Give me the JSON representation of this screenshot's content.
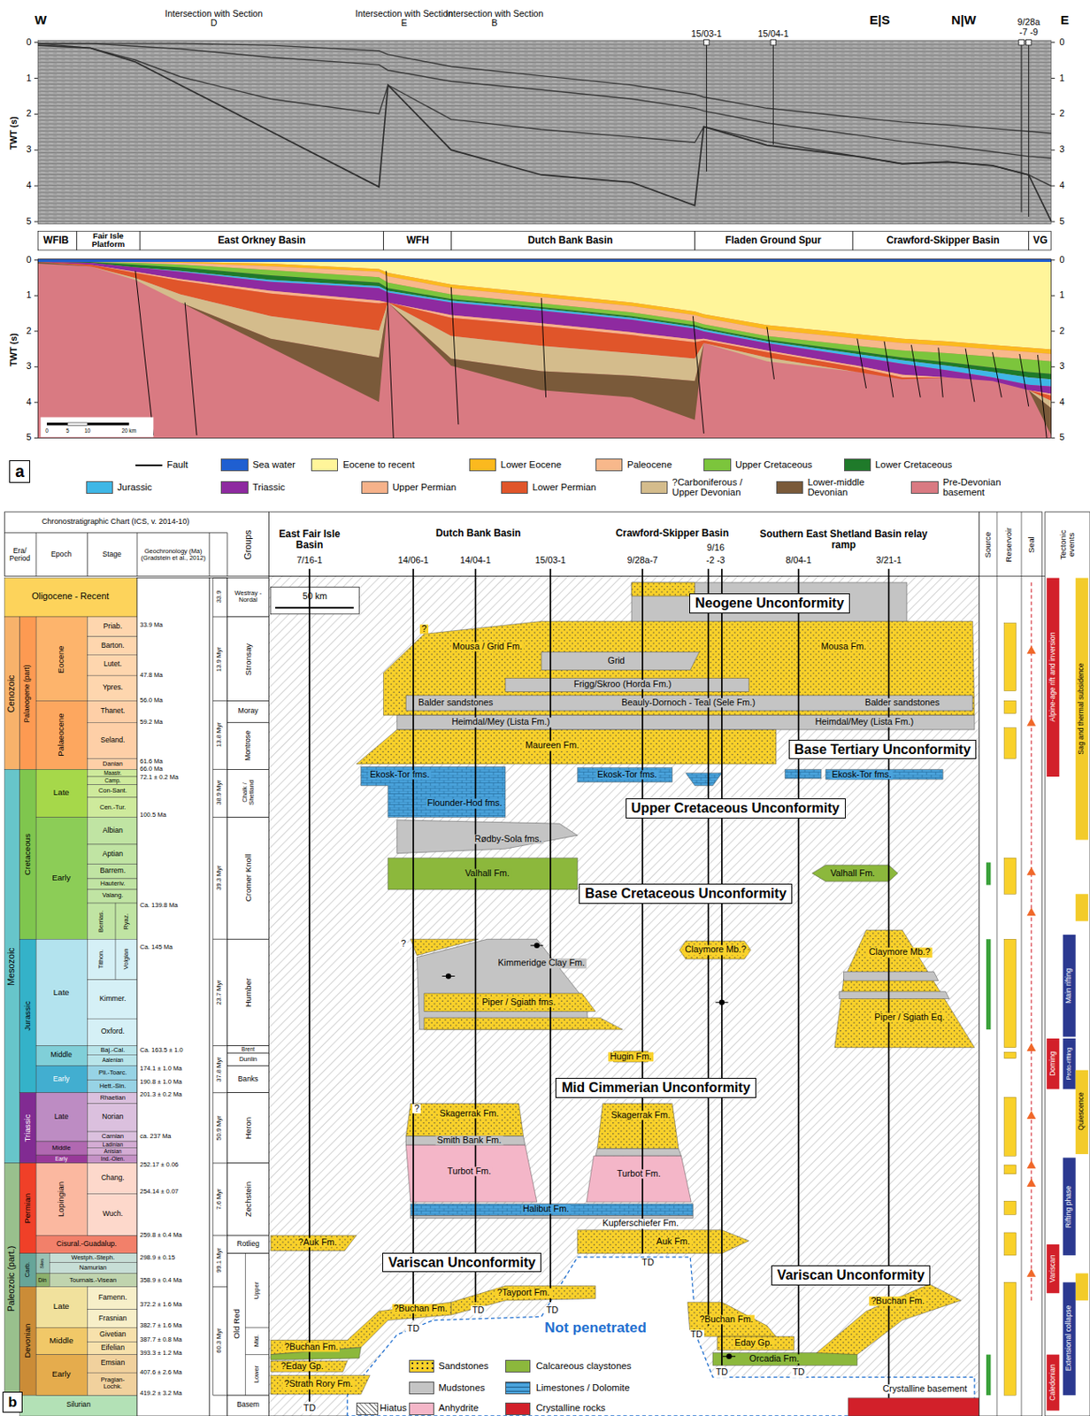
{
  "diagram": {
    "nodes": [
      {
        "text": [
          "a"
        ]
      },
      {
        "text": [
          "b"
        ]
      },
      {
        "text": [
          "Neogene Unconformity"
        ]
      },
      {
        "text": [
          "Base Tertiary Unconformity"
        ]
      },
      {
        "text": [
          "Upper Cretaceous Unconformity"
        ]
      },
      {
        "text": [
          "Base Cretaceous Unconformity"
        ]
      },
      {
        "text": [
          "Mid Cimmerian Unconformity"
        ]
      },
      {
        "text": [
          "Variscan Unconformity"
        ]
      },
      {
        "text": [
          "Variscan Unconformity"
        ]
      }
    ],
    "labels": [
      "W",
      "Intersection with Section D",
      "Intersection with Section E",
      "Intersection with Section B",
      "15/03-1",
      "15/04-1",
      "E|S",
      "N|W",
      "9/28a -7 -9",
      "E",
      "0",
      "1",
      "2",
      "3",
      "4",
      "5",
      "0",
      "1",
      "2",
      "3",
      "4",
      "5",
      "TWT (s)",
      "WFIB",
      "Fair Isle Platform",
      "East Orkney Basin",
      "WFH",
      "Dutch Bank Basin",
      "Fladen Ground Spur",
      "Crawford-Skipper Basin",
      "VG",
      "0",
      "1",
      "2",
      "3",
      "4",
      "5",
      "0",
      "1",
      "2",
      "3",
      "4",
      "5",
      "TWT (s)",
      "0",
      "5",
      "10",
      "20 km",
      "Chronostratigraphic Chart (ICS, v. 2014-10)",
      "Era/ Period",
      "Epoch",
      "Stage",
      "Geochronology (Ma) (Gradstein et al., 2012)",
      "Groups",
      "East Fair Isle Basin",
      "Dutch Bank Basin",
      "Crawford-Skipper Basin",
      "Southern East Shetland Basin relay ramp",
      "7/16-1",
      "14/06-1",
      "14/04-1",
      "15/03-1",
      "9/28a-7",
      "9/16",
      "-2 -3",
      "8/04-1",
      "3/21-1",
      "Source",
      "Reservoir",
      "Seal",
      "Tectonic events",
      "Cenozoic",
      "Mesozoic",
      "Paleozoic (part.)",
      "Oligocene - Recent",
      "Palaeogene (part)",
      "Cretaceous",
      "Jurassic",
      "Triassic",
      "Permian",
      "Carb.",
      "Devonian",
      "Eocene",
      "Palaeocene",
      "Late",
      "Early",
      "Late",
      "Middle",
      "Early",
      "Late",
      "Middle",
      "Early",
      "Lopingian",
      "Cisural.-Guadalup.",
      "Siles",
      "Din",
      "Late",
      "Middle",
      "Early",
      "Silurian",
      "Priab.",
      "Barton.",
      "Lutet.",
      "Ypres.",
      "Thanet.",
      "Seland.",
      "Danian",
      "Maastr.",
      "Camp.",
      "Con-Sant.",
      "Cen.-Tur.",
      "Albian",
      "Aptian",
      "Barrem.",
      "Hauteriv.",
      "Valang.",
      "Berrias.",
      "Ryaz.",
      "Tithon.",
      "Volgian",
      "Kimmer.",
      "Oxford.",
      "Baj.-Cal.",
      "Aalenian",
      "Pli.-Toarc.",
      "Hett.-Sin.",
      "Rhaetian",
      "Norian",
      "Carnian",
      "Ladinian",
      "Anisian",
      "Ind.-Olen.",
      "Chang.",
      "Wuch.",
      "Westph.-Steph.",
      "Namurian",
      "Tournais.-Visean",
      "Famenn.",
      "Frasnian",
      "Givetian",
      "Eifelian",
      "Emsian",
      "Pragian- Lochk.",
      "33.9 Ma",
      "47.8 Ma",
      "56.0 Ma",
      "59.2 Ma",
      "61.6 Ma",
      "66.0 Ma",
      "72.1 ± 0.2 Ma",
      "100.5 Ma",
      "Ca. 139.8 Ma",
      "Ca. 145 Ma",
      "Ca. 163.5 ± 1.0",
      "174.1 ± 1.0 Ma",
      "190.8 ± 1.0 Ma",
      "201.3 ± 0.2 Ma",
      "ca. 237 Ma",
      "252.17 ± 0.06",
      "254.14 ± 0.07",
      "259.8 ± 0.4 Ma",
      "298.9 ± 0.15",
      "358.9 ± 0.4 Ma",
      "372.2 ± 1.6 Ma",
      "382.7 ± 1.6 Ma",
      "387.7 ± 0.8 Ma",
      "393.3 ± 1.2 Ma",
      "407.6 ± 2.6 Ma",
      "419.2 ± 3.2 Ma",
      "33.9",
      "13.9 Myr",
      "13.8 Myr",
      "38.9 Myr",
      "39.3 Myr",
      "23.7 Myr",
      "37.8 Myr",
      "50.9 Myr",
      "7.6 Myr",
      "99.1 Myr",
      "60.3 Myr",
      "Westray - Nordal",
      "Stronsay",
      "Moray",
      "Montrose",
      "Chalk / Shetland",
      "Cromer Knoll",
      "Humber",
      "Brent",
      "Dunlin",
      "Banks",
      "Heron",
      "Zechstein",
      "Rotlieg",
      "Old Red",
      "Upper",
      "Mid.",
      "Lower",
      "Basem",
      "Mousa / Grid Fm.",
      "Grid",
      "Mousa Fm.",
      "Frigg/Skroo (Horda Fm.)",
      "Balder sandstones",
      "Beauly-Dornoch - Teal (Sele Fm.)",
      "Balder sandstones",
      "Heimdal/Mey (Lista Fm.)",
      "Heimdal/Mey (Lista Fm.)",
      "Maureen Fm.",
      "Ekosk-Tor fms.",
      "Ekosk-Tor fms.",
      "Ekosk-Tor fms.",
      "Flounder-Hod fms.",
      "Rødby-Sola fms.",
      "Valhall Fm.",
      "Valhall Fm.",
      "Kimmeridge Clay Fm.",
      "Claymore Mb.?",
      "Claymore Mb.?",
      "Piper / Sgiath fms.",
      "Piper / Sgiath Eq.",
      "Hugin Fm.",
      "Skagerrak Fm.",
      "Skagerrak Fm.",
      "Smith Bank Fm.",
      "Turbot Fm.",
      "Turbot Fm.",
      "Halibut Fm.",
      "Kupferschiefer Fm.",
      "Auk Fm.",
      "?Auk Fm.",
      "TD",
      "?Tayport Fm.",
      "TD",
      "TD",
      "?Buchan Fm.",
      "TD",
      "Not penetrated",
      "?Buchan Fm.",
      "?Buchan Fm.",
      "TD",
      "Eday Gp.",
      "Orcadia Fm.",
      "TD",
      "TD",
      "?Buchan Fm.",
      "?Eday Gp.",
      "?Strath Rory Fm.",
      "TD",
      "Crystalline basement",
      "?",
      "?",
      "?",
      "Sag and thermal subsidence",
      "Alpine-age rift and inversion",
      "Main rifting",
      "Doming",
      "Proto-rifting",
      "Quiescence",
      "Rifting phase",
      "Variscan",
      "Extensional collapse",
      "Caledonian",
      "50 km"
    ],
    "legend": [
      {
        "text": "Fault"
      },
      {
        "text": "Sea water",
        "color": "#1f5fd1"
      },
      {
        "text": "Eocene to recent",
        "color": "#fff59a"
      },
      {
        "text": "Lower Eocene",
        "color": "#fbb91f"
      },
      {
        "text": "Paleocene",
        "color": "#f8b88b"
      },
      {
        "text": "Upper Cretaceous",
        "color": "#7cc53c"
      },
      {
        "text": "Lower Cretaceous",
        "color": "#1f7a2a"
      },
      {
        "text": "Jurassic",
        "color": "#3fb7e6"
      },
      {
        "text": "Triassic",
        "color": "#8e2aa0"
      },
      {
        "text": "Upper Permian",
        "color": "#f6b28a"
      },
      {
        "text": "Lower Permian",
        "color": "#e0552a"
      },
      {
        "text": "?Carboniferous / Upper Devonian",
        "color": "#d4bc8c"
      },
      {
        "text": "Lower-middle Devonian",
        "color": "#7a5a3a"
      },
      {
        "text": "Pre-Devonian basement",
        "color": "#d97a82"
      },
      {
        "text": "Sandstones",
        "color": "#f9d12a"
      },
      {
        "text": "Calcareous claystones",
        "color": "#8cb83c"
      },
      {
        "text": "Mudstones",
        "color": "#c4c4c4"
      },
      {
        "text": "Limestones / Dolomite",
        "color": "#4aa3dc"
      },
      {
        "text": "Hiatus"
      },
      {
        "text": "Anhydrite",
        "color": "#f4b6c8"
      },
      {
        "text": "Crystalline rocks",
        "color": "#d2202a"
      }
    ]
  }
}
